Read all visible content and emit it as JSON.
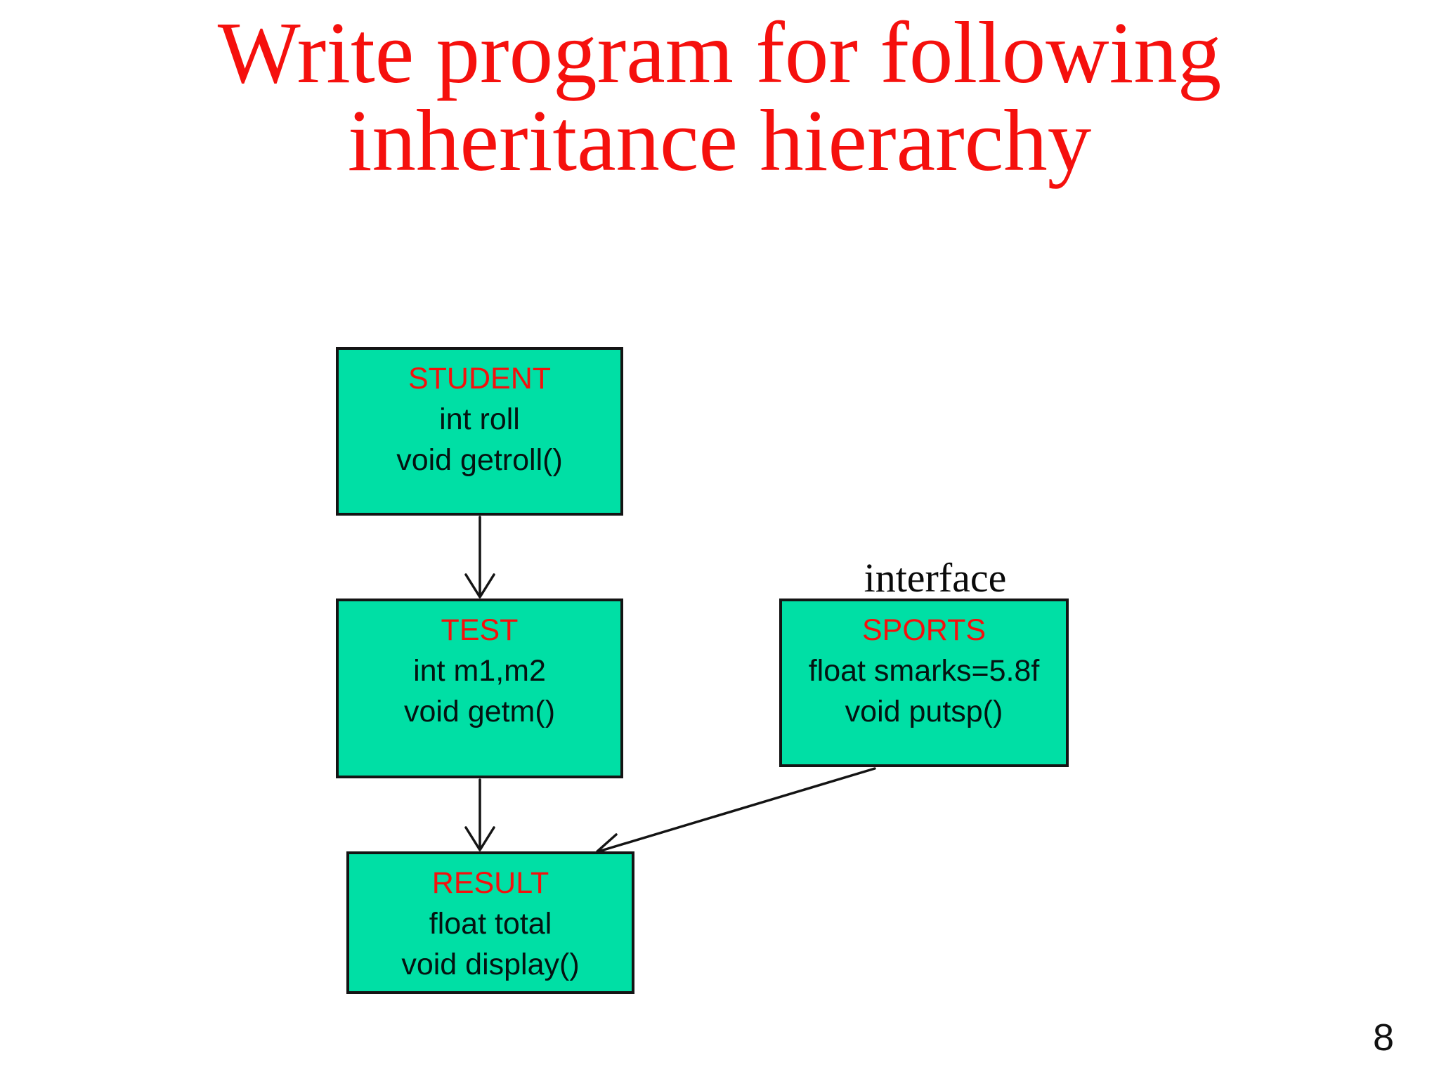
{
  "slide": {
    "title_line1": "Write program for following",
    "title_line2": "inheritance hierarchy",
    "interface_label": "interface",
    "page_number": "8"
  },
  "colors": {
    "title_red": "#f5100d",
    "header_red": "#f5100d",
    "box_fill": "#00dfa5",
    "box_border": "#141414",
    "line_color": "#141414",
    "background": "#ffffff"
  },
  "boxes": [
    {
      "id": "student",
      "title": "STUDENT",
      "lines": [
        "int roll",
        "void getroll()"
      ]
    },
    {
      "id": "test",
      "title": "TEST",
      "lines": [
        "int m1,m2",
        "void getm()"
      ]
    },
    {
      "id": "sports",
      "title": "SPORTS",
      "lines": [
        "float smarks=5.8f",
        "void putsp()"
      ]
    },
    {
      "id": "result",
      "title": "RESULT",
      "lines": [
        "float total",
        "void display()"
      ]
    }
  ],
  "connectors": [
    {
      "from": "STUDENT",
      "to": "TEST",
      "type": "arrow"
    },
    {
      "from": "TEST",
      "to": "RESULT",
      "type": "arrow"
    },
    {
      "from": "SPORTS",
      "to": "RESULT",
      "type": "arrow"
    }
  ]
}
